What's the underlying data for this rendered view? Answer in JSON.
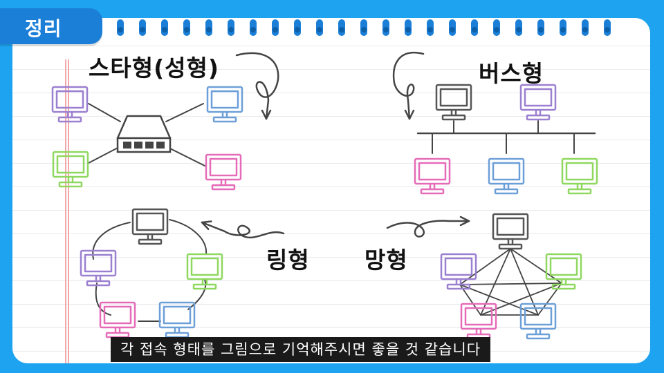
{
  "tag": {
    "label": "정리"
  },
  "topologies": {
    "star": {
      "label": "스타형(성형)"
    },
    "bus": {
      "label": "버스형"
    },
    "ring": {
      "label": "링형"
    },
    "mesh": {
      "label": "망형"
    }
  },
  "subtitle": "각 접속 형태를 그림으로 기억해주시면 좋을 것 같습니다",
  "colors": {
    "background": "#1ea3f0",
    "tag": "#1b7fd8",
    "purple": "#9b7fd0",
    "blue": "#6c9fd8",
    "green": "#8fd860",
    "pink": "#e56bb8",
    "gray": "#555555"
  }
}
